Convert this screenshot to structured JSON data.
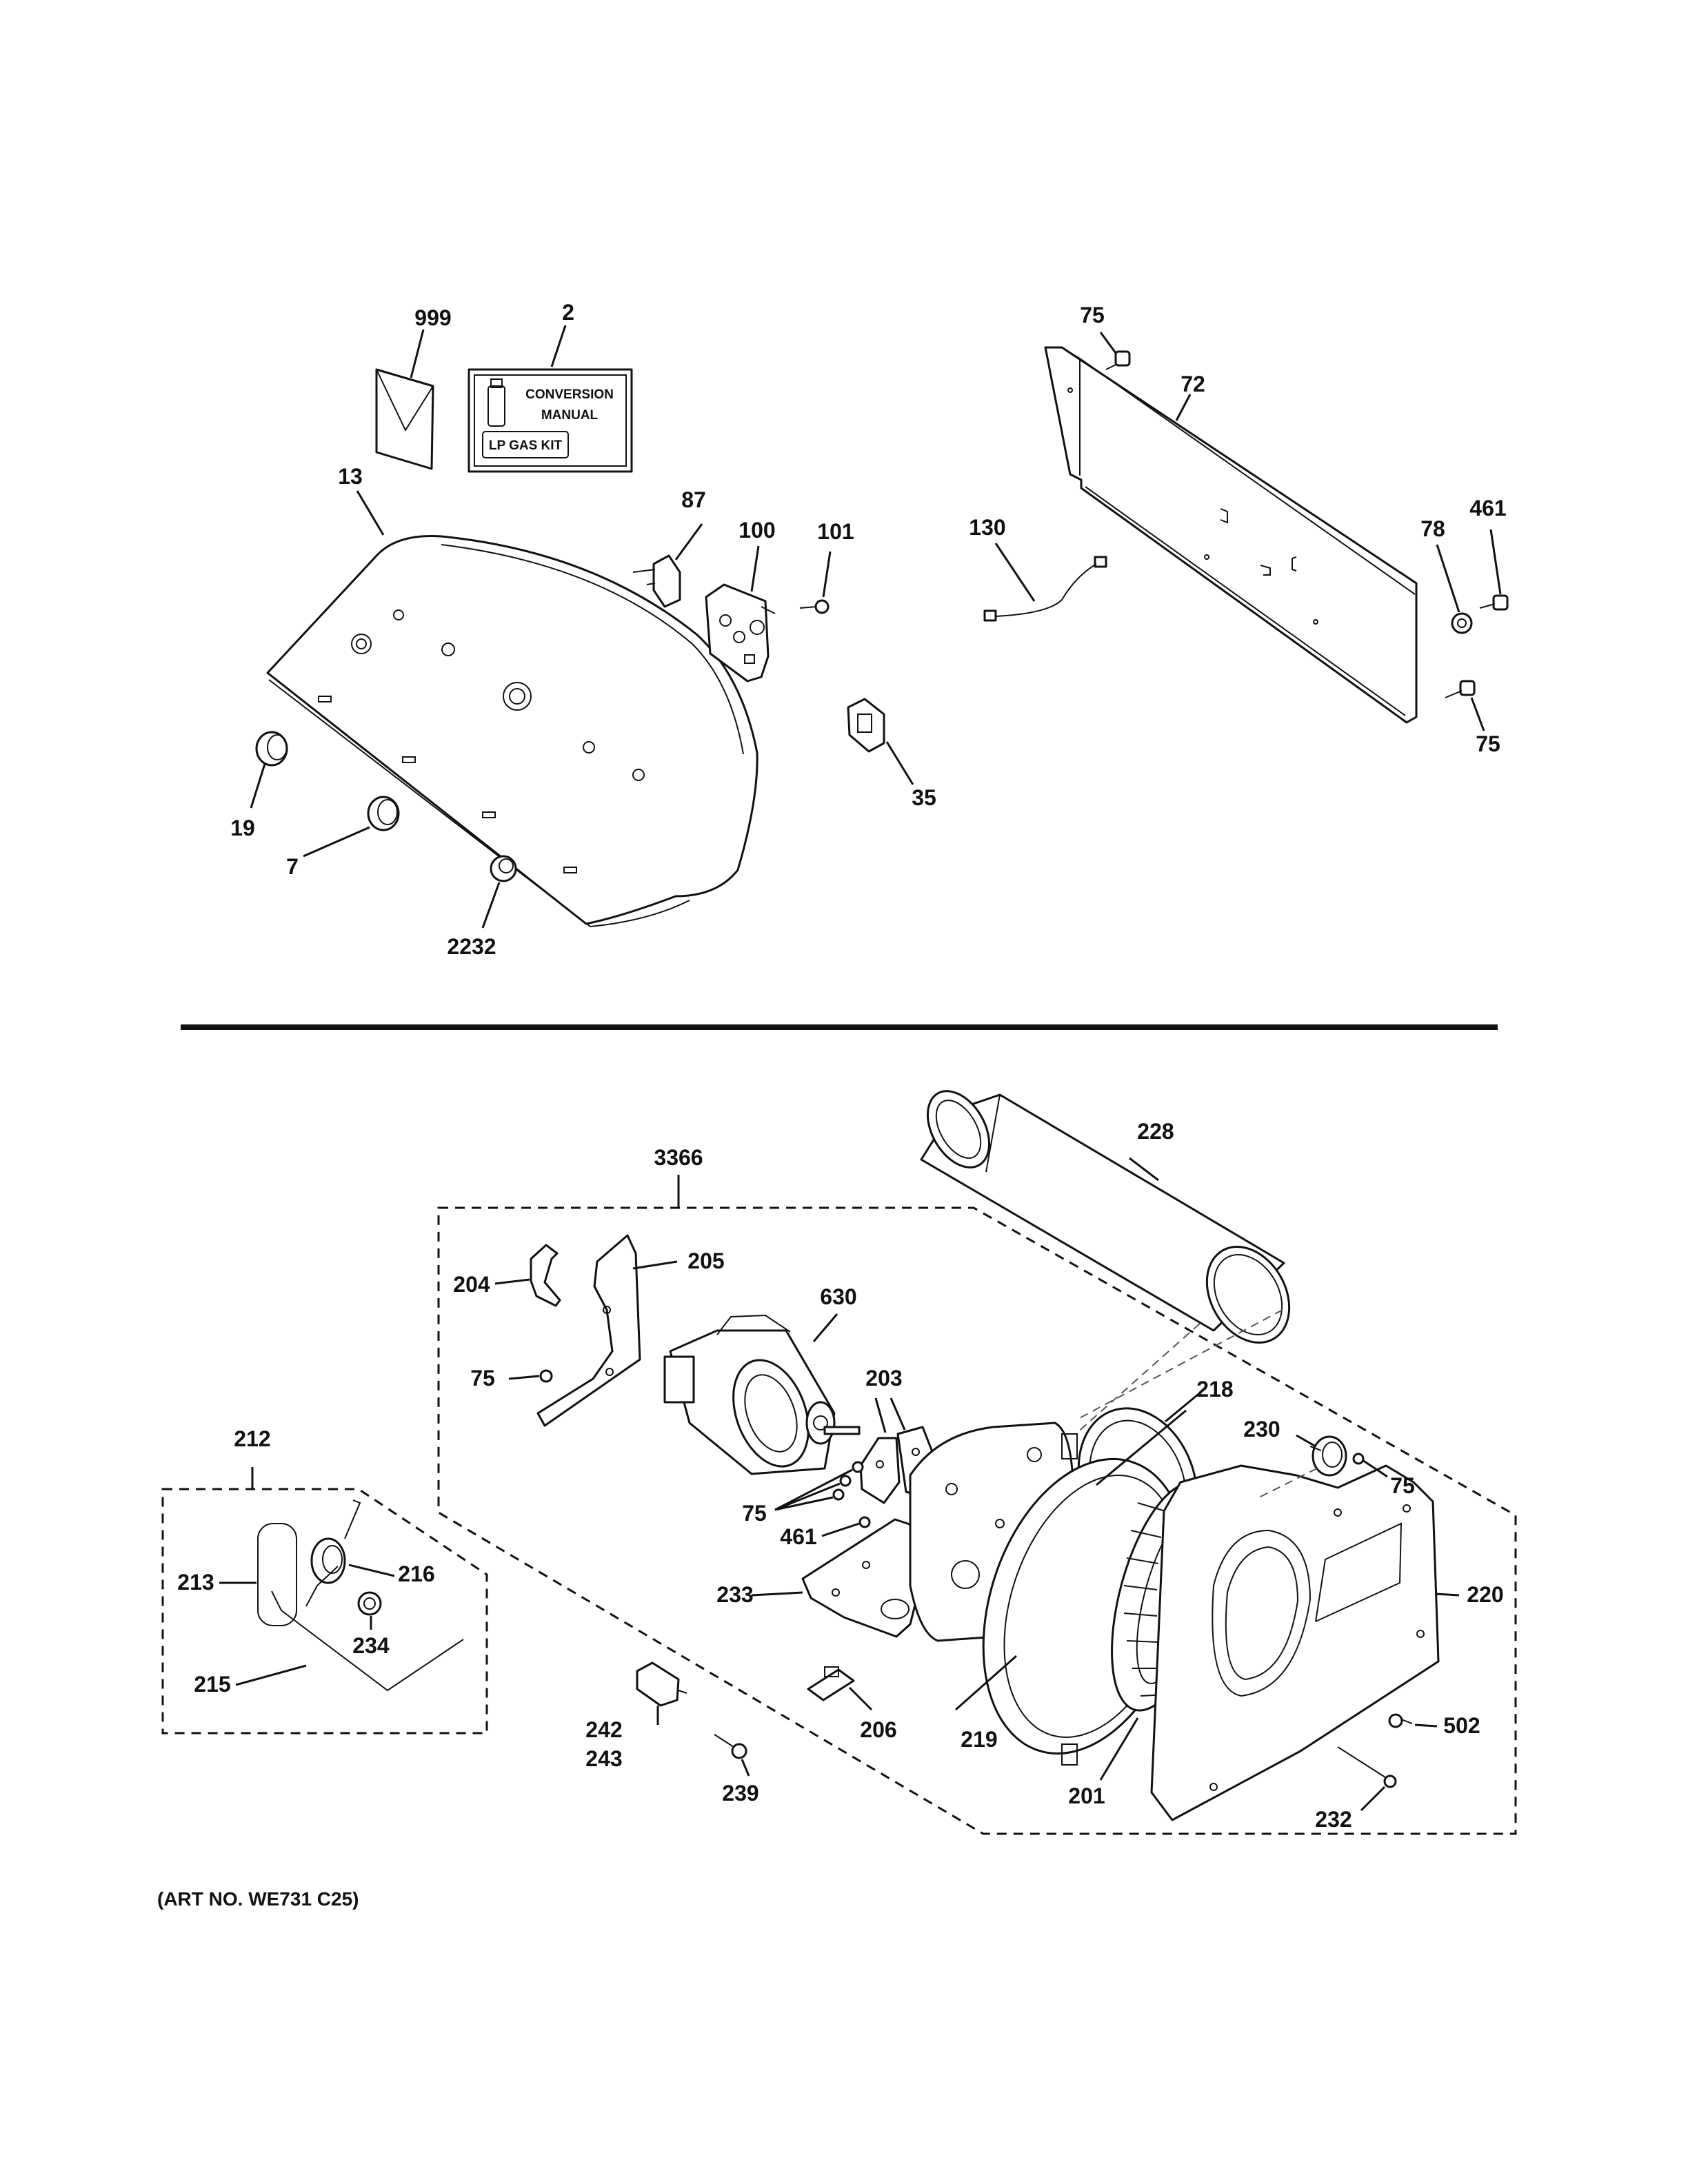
{
  "manual_box": {
    "line1": "CONVERSION",
    "line2": "MANUAL",
    "kit": "LP GAS KIT"
  },
  "callouts": {
    "c999": "999",
    "c2": "2",
    "c13": "13",
    "c87": "87",
    "c100": "100",
    "c101": "101",
    "c35": "35",
    "c19": "19",
    "c7": "7",
    "c2232": "2232",
    "c75a": "75",
    "c72": "72",
    "c130": "130",
    "c78": "78",
    "c461a": "461",
    "c75b": "75",
    "c228": "228",
    "c3366": "3366",
    "c204": "204",
    "c205": "205",
    "c630": "630",
    "c75c": "75",
    "c203": "203",
    "c218": "218",
    "c230": "230",
    "c75d": "75",
    "c75e": "75",
    "c461b": "461",
    "c233": "233",
    "c220": "220",
    "c212": "212",
    "c213": "213",
    "c216": "216",
    "c234": "234",
    "c215": "215",
    "c242": "242",
    "c243": "243",
    "c239": "239",
    "c206": "206",
    "c219": "219",
    "c201": "201",
    "c502": "502",
    "c232": "232"
  },
  "art_number": "(ART NO. WE731 C25)"
}
